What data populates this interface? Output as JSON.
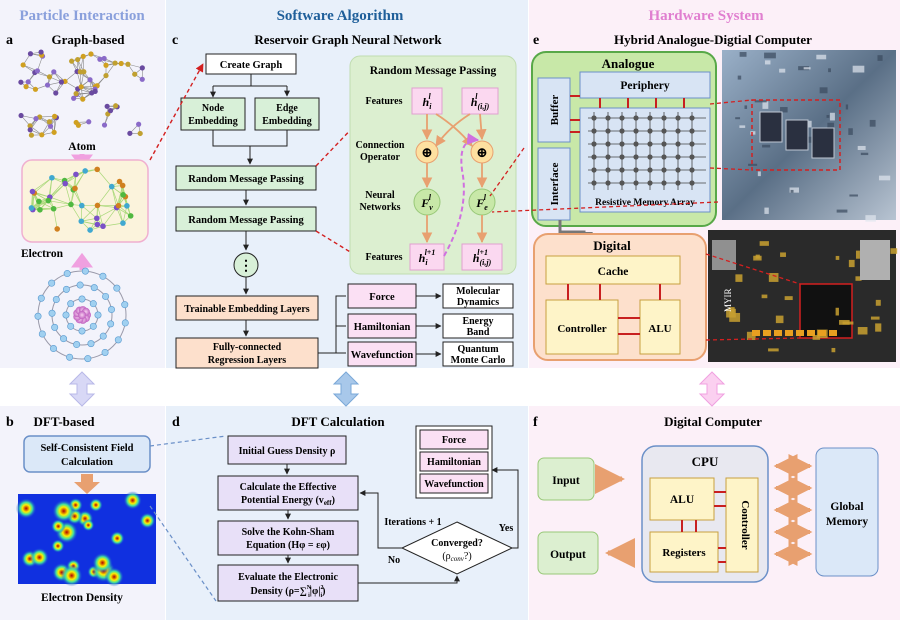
{
  "columns": {
    "particle": "Particle Interaction",
    "software": "Software Algorithm",
    "hardware": "Hardware System"
  },
  "colors": {
    "particle_title": "#8aa0dc",
    "software_title": "#1f5f9a",
    "hardware_title": "#e07fd0",
    "red_dashed": "#d32020",
    "orange": "#e8a070",
    "pink_arrow": "#f0a0e0",
    "lavender_arrow": "#c8c8f0",
    "blue_arrow": "#90b8e0"
  },
  "panel_a": {
    "letter": "a",
    "title": "Graph-based",
    "atom_label": "Atom",
    "electron_label": "Electron"
  },
  "panel_b": {
    "letter": "b",
    "title": "DFT-based",
    "scf_line1": "Self-Consistent Field",
    "scf_line2": "Calculation",
    "density_label": "Electron Density"
  },
  "panel_c": {
    "letter": "c",
    "title": "Reservoir Graph Neural Network",
    "create_graph": "Create Graph",
    "node_emb_1": "Node",
    "node_emb_2": "Embedding",
    "edge_emb_1": "Edge",
    "edge_emb_2": "Embedding",
    "rmp1": "Random  Message Passing",
    "rmp2": "Random  Message Passing",
    "dots": "⋮",
    "trainable": "Trainable Embedding Layers",
    "fc_1": "Fully-connected",
    "fc_2": "Regression Layers",
    "outputs": [
      "Force",
      "Hamiltonian",
      "Wavefunction"
    ],
    "applications": [
      [
        "Molecular",
        "Dynamics"
      ],
      [
        "Energy",
        "Band"
      ],
      [
        "Quantum",
        "Monte Carlo"
      ]
    ],
    "rmp_panel": {
      "title": "Random Message Passing",
      "features": "Features",
      "connection_1": "Connection",
      "connection_2": "Operator",
      "neural_1": "Neural",
      "neural_2": "Networks",
      "features_bottom": "Features",
      "plus": "⊕",
      "h_i_l_base": "h",
      "h_i_l_sub": "i",
      "h_i_l_sup": "l",
      "h_ij_l_base": "h",
      "h_ij_l_sub": "(i,j)",
      "h_ij_l_sup": "l",
      "f_v_base": "F",
      "f_v_sub": "v",
      "f_v_sup": "l",
      "f_e_base": "F",
      "f_e_sub": "e",
      "f_e_sup": "l",
      "h_i_next_base": "h",
      "h_i_next_sub": "i",
      "h_i_next_sup": "l+1",
      "h_ij_next_base": "h",
      "h_ij_next_sub": "(i,j)",
      "h_ij_next_sup": "l+1"
    }
  },
  "panel_d": {
    "letter": "d",
    "title": "DFT Calculation",
    "step1": "Initial Guess Density ρ",
    "step2_1": "Calculate the Effective",
    "step2_2": "Potential Energy (v",
    "step2_sub": "eff",
    "step2_end": ")",
    "step3_1": "Solve the Kohn-Sham",
    "step3_2": "Equation (Hφ = εφ)",
    "step4_1": "Evaluate the Electronic",
    "step4_2": "Density (ρ=∑",
    "step4_sub": "i",
    "step4_sup": "N",
    "step4_end": "|φ|",
    "step4_sq": "2",
    "step4_sub2": "i",
    "step4_close": ")",
    "converged_1": "Converged?",
    "converged_2": "(ρ",
    "converged_sub": "conv",
    "converged_3": "?)",
    "iterations": "Iterations + 1",
    "no": "No",
    "yes": "Yes",
    "outputs": [
      "Force",
      "Hamiltonian",
      "Wavefunction"
    ]
  },
  "panel_e": {
    "letter": "e",
    "title": "Hybrid Analogue-Digtial Computer",
    "analogue": "Analogue",
    "periphery": "Periphery",
    "buffer": "Buffer",
    "interface": "Interface",
    "rma": "Resistive Memory Array",
    "digital": "Digital",
    "cache": "Cache",
    "controller": "Controller",
    "alu": "ALU",
    "board_logo": "MYIR"
  },
  "panel_f": {
    "letter": "f",
    "title": "Digital Computer",
    "input": "Input",
    "output": "Output",
    "cpu": "CPU",
    "alu": "ALU",
    "registers": "Registers",
    "controller": "Controller",
    "global_1": "Global",
    "global_2": "Memory"
  }
}
